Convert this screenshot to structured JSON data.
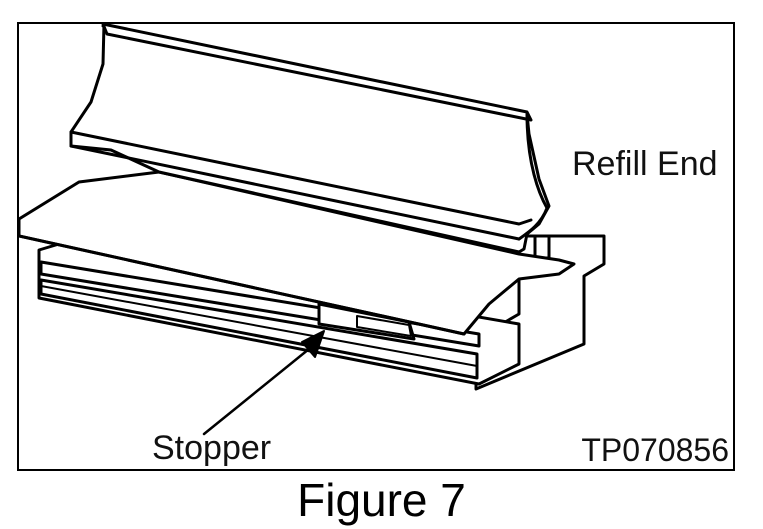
{
  "figure": {
    "labels": {
      "refill_end": "Refill End",
      "stopper": "Stopper",
      "figure_code": "TP070856"
    },
    "caption": "Figure 7",
    "colors": {
      "line": "#000000",
      "fill": "#ffffff",
      "text": "#111111"
    }
  }
}
